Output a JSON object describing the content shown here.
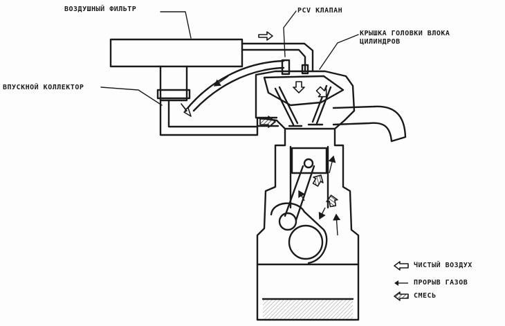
{
  "labels": {
    "air_filter": "ВОЗДУШНЫЙ ФИЛЬТР",
    "pcv_valve": "PCV КЛАПАН",
    "head_cover_line1": "КРЫШКА ГОЛОВКИ ВЛОКА",
    "head_cover_line2": "ЦИЛИНДРОВ",
    "intake_manifold": "ВПУСКНОЙ КОЛЛЕКТОР"
  },
  "legend": {
    "clean_air": "ЧИСТЫЙ ВОЗДУХ",
    "blowby": "ПРОРЫВ ГАЗОВ",
    "mixture": "СМЕСЬ"
  },
  "colors": {
    "ink": "#1a1a1a",
    "paper": "#fdfdfd"
  },
  "icons": [
    "hollow-arrow-icon",
    "thin-arrow-icon",
    "hatched-arrow-icon"
  ]
}
